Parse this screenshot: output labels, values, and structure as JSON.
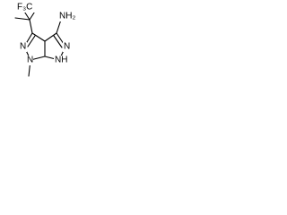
{
  "molecule": {
    "labels": {
      "cf3": "F₃C",
      "nh2": "NH₂",
      "n_methyl": "N",
      "n_pyrazole_left": "N",
      "nh_ring": "NH",
      "n_pyrazole_right": "N",
      "methyl": ""
    }
  },
  "colors": {
    "bond": "#000000",
    "background": "#ffffff"
  }
}
